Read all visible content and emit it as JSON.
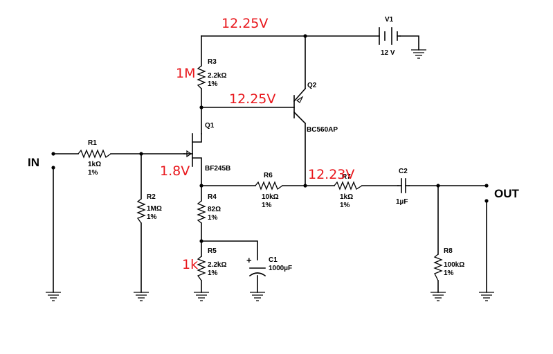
{
  "ports": {
    "input": "IN",
    "output": "OUT"
  },
  "components": {
    "V1": {
      "ref": "V1",
      "value": "12 V"
    },
    "R1": {
      "ref": "R1",
      "value": "1kΩ",
      "tolerance": "1%"
    },
    "R2": {
      "ref": "R2",
      "value": "1MΩ",
      "tolerance": "1%"
    },
    "R3": {
      "ref": "R3",
      "value": "2.2kΩ",
      "tolerance": "1%"
    },
    "R4": {
      "ref": "R4",
      "value": "82Ω",
      "tolerance": "1%"
    },
    "R5": {
      "ref": "R5",
      "value": "2.2kΩ",
      "tolerance": "1%"
    },
    "R6": {
      "ref": "R6",
      "value": "10kΩ",
      "tolerance": "1%"
    },
    "R7": {
      "ref": "R7",
      "value": "1kΩ",
      "tolerance": "1%"
    },
    "R8": {
      "ref": "R8",
      "value": "100kΩ",
      "tolerance": "1%"
    },
    "C1": {
      "ref": "C1",
      "value": "1000µF"
    },
    "C2": {
      "ref": "C2",
      "value": "1µF"
    },
    "Q1": {
      "ref": "Q1",
      "model": "BF245B"
    },
    "Q2": {
      "ref": "Q2",
      "model": "BC560AP"
    }
  },
  "annotations": {
    "supply_rail": "12.25V",
    "r3_note": "1M",
    "q2_base": "12.25V",
    "q1_source": "1.8V",
    "q2_collector": "12.23V",
    "r5_note": "1k"
  },
  "colors": {
    "wire": "#000000",
    "annotation": "#e8161b",
    "background": "#ffffff"
  }
}
